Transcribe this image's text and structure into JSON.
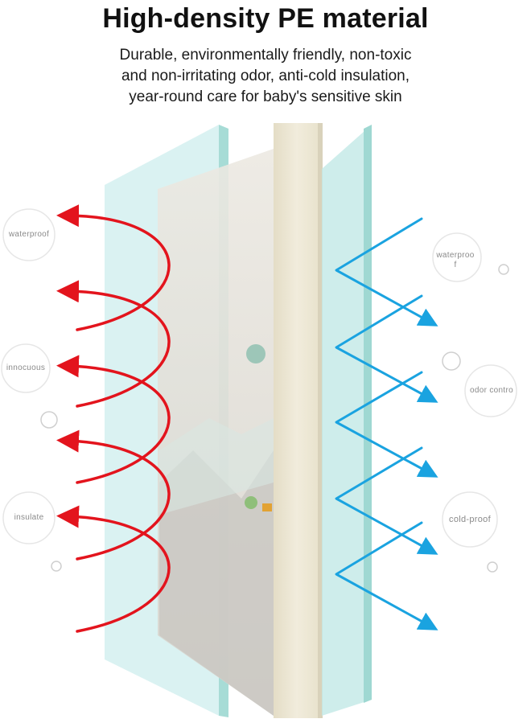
{
  "title": "High-density PE material",
  "subtitle": {
    "line1": "Durable, environmentally friendly, non-toxic",
    "line2": "and non-irritating odor, anti-cold insulation,",
    "line3": "year-round care for baby's sensitive skin"
  },
  "badges": {
    "left": [
      "waterproof",
      "innocuous",
      "insulate"
    ],
    "right": [
      "waterproo f",
      "odor contro",
      "cold-proof"
    ]
  },
  "colors": {
    "heat_arrows": "#e3141d",
    "cold_arrows": "#1aa3e0",
    "glass": "#bfe6e3",
    "foam": "#ece6d2",
    "mat_print": "#dcdad4"
  },
  "icons": {
    "heat": "red-curved-arrow-icon",
    "cold": "blue-zigzag-arrow-icon"
  }
}
